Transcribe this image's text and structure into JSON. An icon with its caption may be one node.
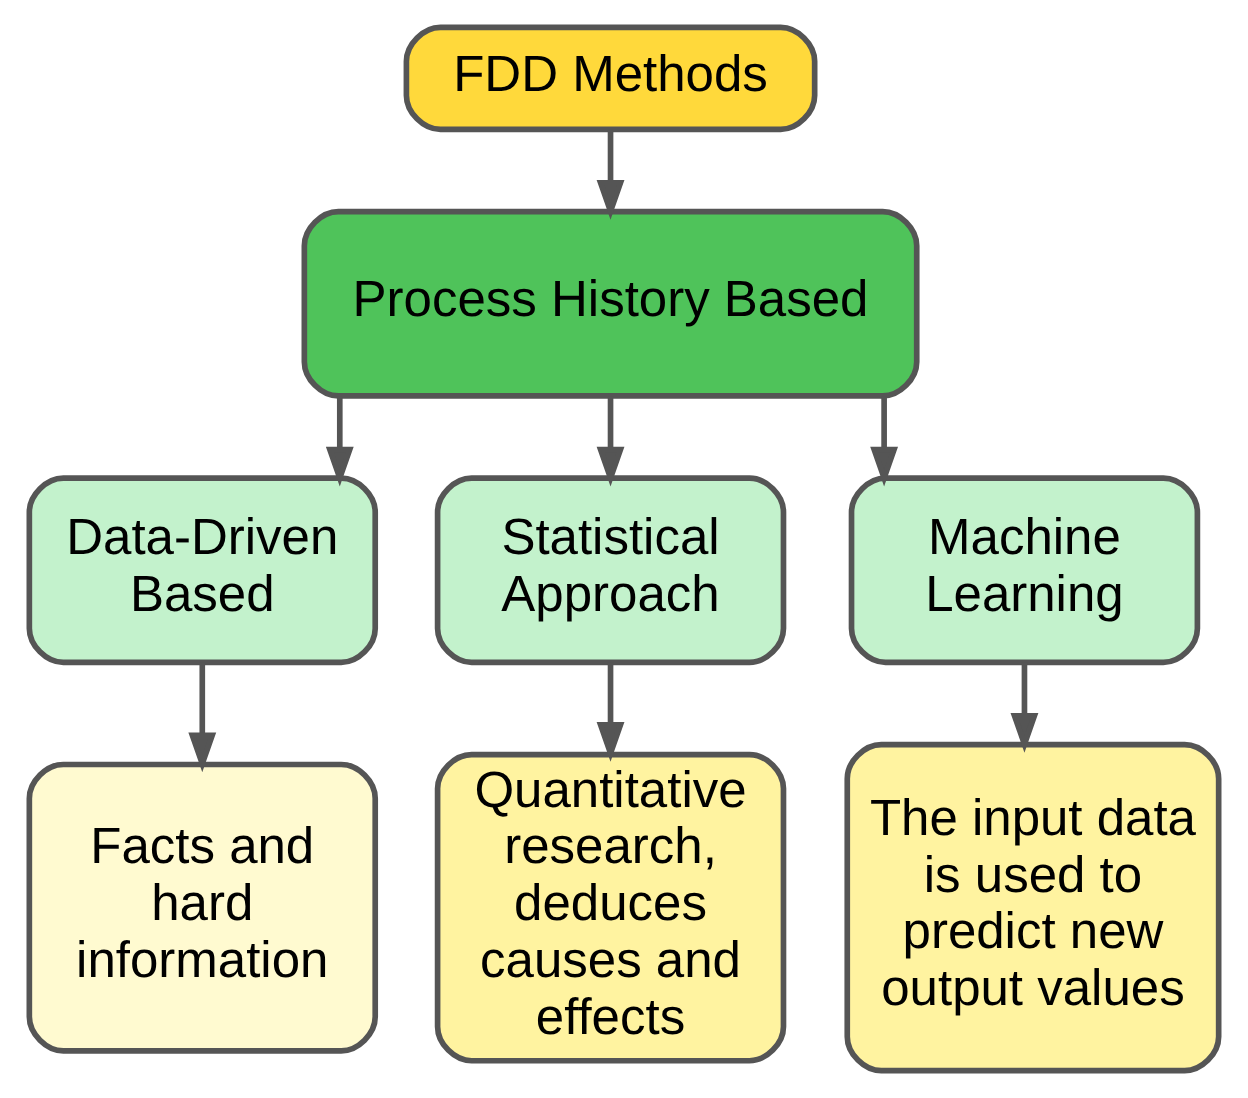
{
  "diagram": {
    "nodes": [
      {
        "text": [
          "FDD Methods"
        ]
      },
      {
        "text": [
          "Process History Based"
        ]
      },
      {
        "text": [
          "Data-Driven Based"
        ]
      },
      {
        "text": [
          "Statistical Approach"
        ]
      },
      {
        "text": [
          "Machine Learning"
        ]
      },
      {
        "text": [
          "Facts and hard information"
        ]
      },
      {
        "text": [
          "Quantitative research, deduces causes and effects"
        ]
      },
      {
        "text": [
          "The input data is used to predict new output values"
        ]
      }
    ],
    "edges": [
      {
        "from": 0,
        "to": 1,
        "arrow": "to"
      },
      {
        "from": 1,
        "to": 2,
        "arrow": "to"
      },
      {
        "from": 1,
        "to": 3,
        "arrow": "to"
      },
      {
        "from": 1,
        "to": 4,
        "arrow": "to"
      },
      {
        "from": 2,
        "to": 5,
        "arrow": "to"
      },
      {
        "from": 3,
        "to": 6,
        "arrow": "to"
      },
      {
        "from": 4,
        "to": 7,
        "arrow": "to"
      }
    ]
  }
}
